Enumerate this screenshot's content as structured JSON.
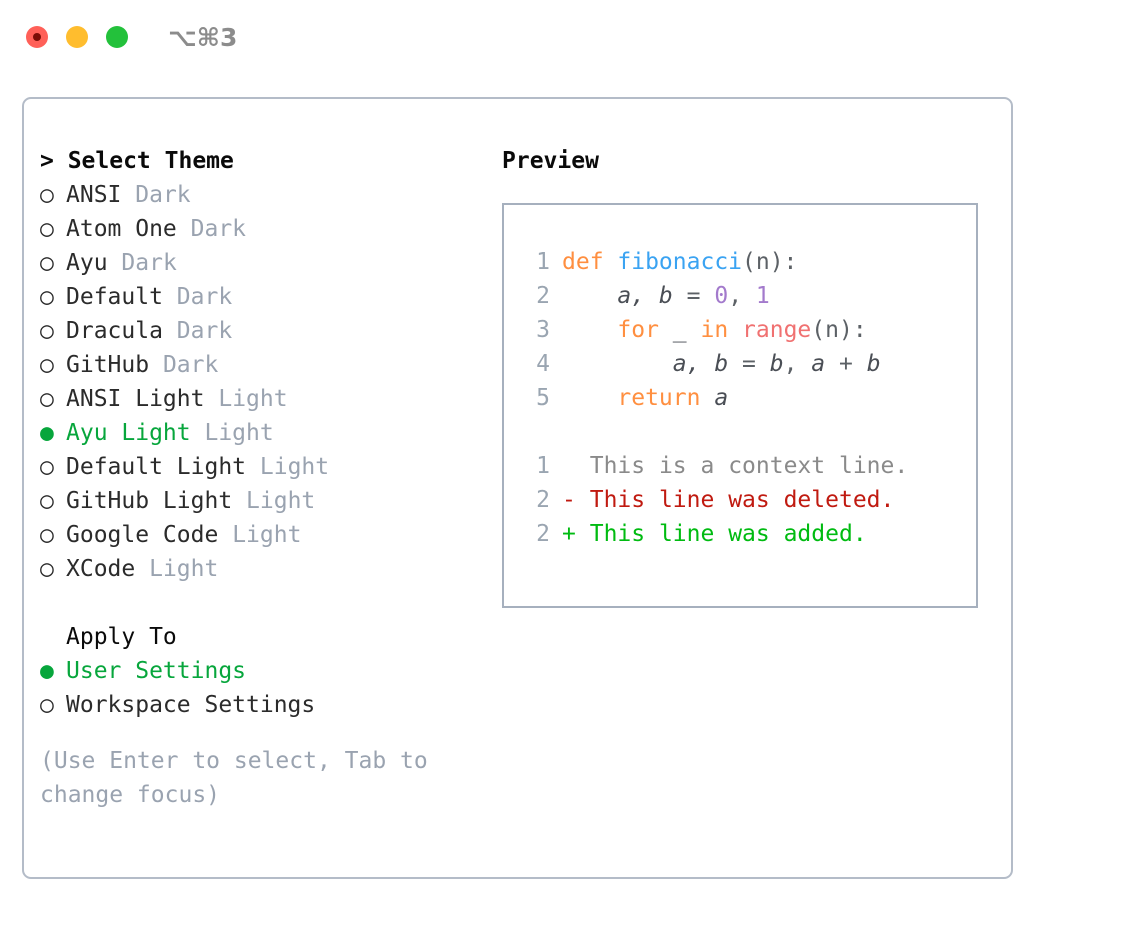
{
  "titlebar": {
    "shortcut": "⌥⌘3",
    "buttons": [
      {
        "name": "close",
        "color": "#FF6058"
      },
      {
        "name": "minimize",
        "color": "#FFBD2E"
      },
      {
        "name": "maximize",
        "color": "#23C13B"
      }
    ]
  },
  "theme_picker": {
    "header": "> Select Theme",
    "selected_marker": "●",
    "unselected_marker": "○",
    "items": [
      {
        "marker": "○",
        "label": "ANSI",
        "variant": "Dark",
        "selected": false
      },
      {
        "marker": "○",
        "label": "Atom One",
        "variant": "Dark",
        "selected": false
      },
      {
        "marker": "○",
        "label": "Ayu",
        "variant": "Dark",
        "selected": false
      },
      {
        "marker": "○",
        "label": "Default",
        "variant": "Dark",
        "selected": false
      },
      {
        "marker": "○",
        "label": "Dracula",
        "variant": "Dark",
        "selected": false
      },
      {
        "marker": "○",
        "label": "GitHub",
        "variant": "Dark",
        "selected": false
      },
      {
        "marker": "○",
        "label": "ANSI Light",
        "variant": "Light",
        "selected": false
      },
      {
        "marker": "●",
        "label": "Ayu Light",
        "variant": "Light",
        "selected": true
      },
      {
        "marker": "○",
        "label": "Default Light",
        "variant": "Light",
        "selected": false
      },
      {
        "marker": "○",
        "label": "GitHub Light",
        "variant": "Light",
        "selected": false
      },
      {
        "marker": "○",
        "label": "Google Code",
        "variant": "Light",
        "selected": false
      },
      {
        "marker": "○",
        "label": "XCode",
        "variant": "Light",
        "selected": false
      }
    ]
  },
  "apply_to": {
    "header": "Apply To",
    "items": [
      {
        "marker": "●",
        "label": "User Settings",
        "selected": true
      },
      {
        "marker": "○",
        "label": "Workspace Settings",
        "selected": false
      }
    ]
  },
  "hint": "(Use Enter to select, Tab to change focus)",
  "preview": {
    "title": "Preview",
    "code_lines": [
      {
        "number": "1",
        "tokens": [
          {
            "text": "def ",
            "type": "kw"
          },
          {
            "text": "fibonacci",
            "type": "fn"
          },
          {
            "text": "(n):",
            "type": "punct"
          }
        ]
      },
      {
        "number": "2",
        "tokens": [
          {
            "text": "    ",
            "type": "plain"
          },
          {
            "text": "a, b",
            "type": "var"
          },
          {
            "text": " = ",
            "type": "punct"
          },
          {
            "text": "0",
            "type": "num"
          },
          {
            "text": ", ",
            "type": "punct"
          },
          {
            "text": "1",
            "type": "num"
          }
        ]
      },
      {
        "number": "3",
        "tokens": [
          {
            "text": "    ",
            "type": "plain"
          },
          {
            "text": "for",
            "type": "kw"
          },
          {
            "text": " _ ",
            "type": "var"
          },
          {
            "text": "in ",
            "type": "kw"
          },
          {
            "text": "range",
            "type": "builtin"
          },
          {
            "text": "(n):",
            "type": "punct"
          }
        ]
      },
      {
        "number": "4",
        "tokens": [
          {
            "text": "        ",
            "type": "plain"
          },
          {
            "text": "a, b",
            "type": "var"
          },
          {
            "text": " = ",
            "type": "punct"
          },
          {
            "text": "b",
            "type": "var"
          },
          {
            "text": ", ",
            "type": "punct"
          },
          {
            "text": "a",
            "type": "var"
          },
          {
            "text": " + ",
            "type": "punct"
          },
          {
            "text": "b",
            "type": "var"
          }
        ]
      },
      {
        "number": "5",
        "tokens": [
          {
            "text": "    ",
            "type": "plain"
          },
          {
            "text": "return ",
            "type": "kw"
          },
          {
            "text": "a",
            "type": "var"
          }
        ]
      }
    ],
    "diff_lines": [
      {
        "number": "1",
        "sign": " ",
        "text": "This is a context line.",
        "kind": "ctx"
      },
      {
        "number": "2",
        "sign": "-",
        "text": "This line was deleted.",
        "kind": "del"
      },
      {
        "number": "2",
        "sign": "+",
        "text": "This line was added.",
        "kind": "add"
      }
    ]
  },
  "colors": {
    "accent_green": "#07A63C",
    "muted": "#9AA3B0",
    "border": "#B4BCC8",
    "preview_border": "#A6B0BE",
    "keyword": "#FF8F40",
    "function": "#3AA3F2",
    "builtin": "#F07171",
    "number": "#A37ACC",
    "diff_add": "#00BB11",
    "diff_del": "#C01A10"
  }
}
